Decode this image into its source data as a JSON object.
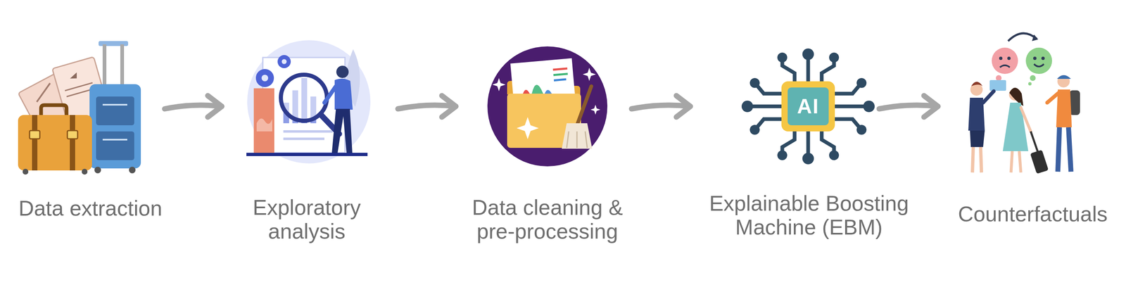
{
  "diagram": {
    "nodes": [
      {
        "text": [
          "Data extraction"
        ]
      },
      {
        "text": [
          "Exploratory analysis"
        ]
      },
      {
        "text": [
          "Data cleaning & pre-processing"
        ]
      },
      {
        "text": [
          "Explainable Boosting Machine (EBM)"
        ]
      },
      {
        "text": [
          "Counterfactuals"
        ]
      }
    ],
    "edges": [
      {
        "from": 0,
        "to": 1,
        "arrow": "to"
      },
      {
        "from": 1,
        "to": 2,
        "arrow": "to"
      },
      {
        "from": 2,
        "to": 3,
        "arrow": "to"
      },
      {
        "from": 3,
        "to": 4,
        "arrow": "to"
      }
    ],
    "labels": [
      "AI"
    ]
  }
}
